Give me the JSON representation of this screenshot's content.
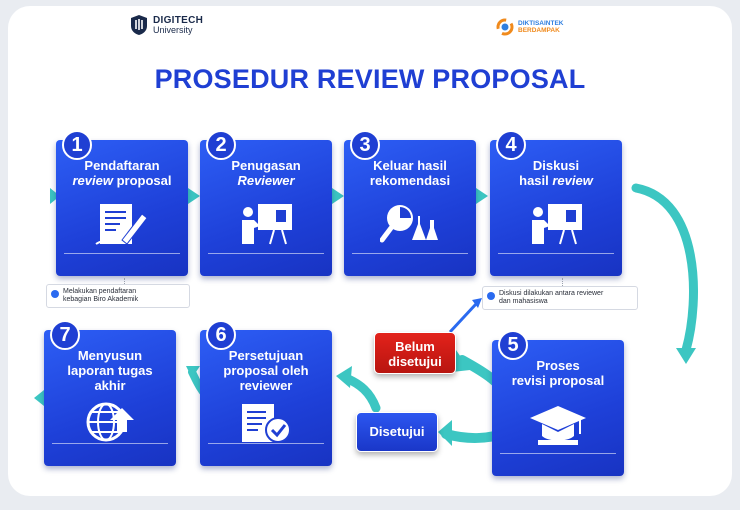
{
  "header": {
    "logo_left_line1": "DIGITECH",
    "logo_left_line2": "University",
    "logo_right_line1": "DIKTISAINTEK",
    "logo_right_line2": "BERDAMPAK"
  },
  "title": "PROSEDUR REVIEW PROPOSAL",
  "steps": [
    {
      "number": "1",
      "line1": "Pendaftaran",
      "line2_em": "review",
      "line2": " proposal",
      "icon": "document-edit-icon"
    },
    {
      "number": "2",
      "line1": "Penugasan",
      "line2_em": "Reviewer",
      "icon": "presenter-board-icon"
    },
    {
      "number": "3",
      "line1": "Keluar hasil",
      "line2": "rekomendasi",
      "icon": "magnifier-lab-icon"
    },
    {
      "number": "4",
      "line1": "Diskusi",
      "line2": "hasil ",
      "line2_em": "review",
      "icon": "presenter-board-icon"
    },
    {
      "number": "5",
      "line1": "Proses",
      "line2": "revisi proposal",
      "icon": "graduation-cap-icon"
    },
    {
      "number": "6",
      "line1": "Persetujuan",
      "line2": "proposal oleh",
      "line3": "reviewer",
      "icon": "document-check-icon"
    },
    {
      "number": "7",
      "line1": "Menyusun",
      "line2": "laporan tugas",
      "line3": "akhir",
      "icon": "globe-upload-icon"
    }
  ],
  "notes": {
    "step1_line1": "Melakukan pendaftaran",
    "step1_line2": "kebagian Biro Akademik",
    "step4_line1": "Diskusi dilakukan antara reviewer",
    "step4_line2": "dan mahasiswa"
  },
  "decisions": {
    "rejected_line1": "Belum",
    "rejected_line2": "disetujui",
    "approved": "Disetujui"
  },
  "colors": {
    "primary": "#1f3fd3",
    "arrow": "#3cc6c2",
    "rejected": "#d81e16"
  }
}
